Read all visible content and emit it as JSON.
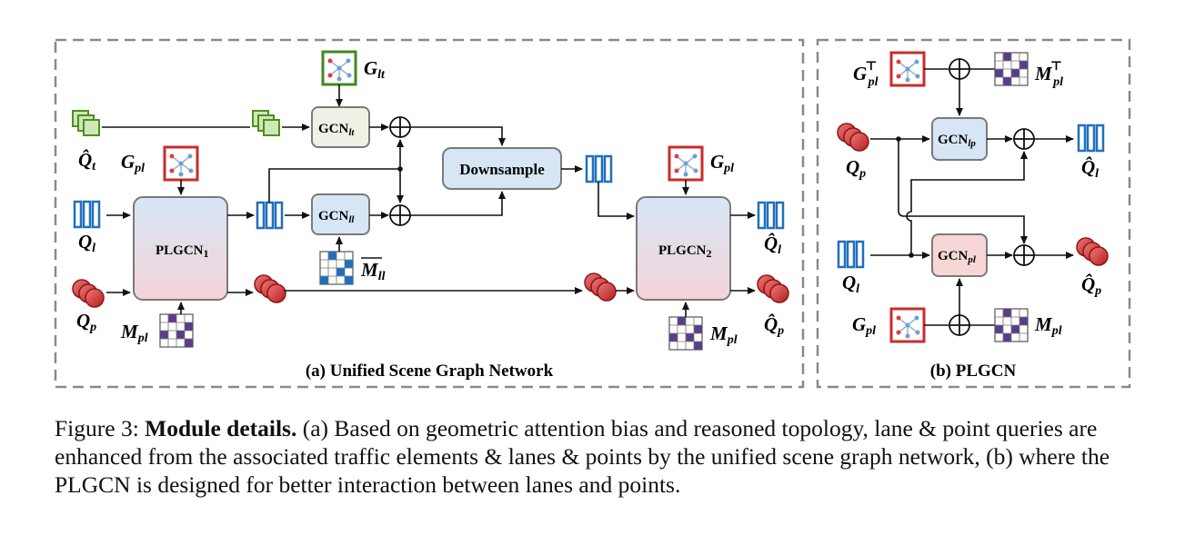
{
  "panel_a": {
    "title": "(a) Unified Scene  Graph Network",
    "gcn_lt": {
      "base": "GCN",
      "sub": "lt"
    },
    "gcn_ll": {
      "base": "GCN",
      "sub": "ll"
    },
    "downsample": "Downsample",
    "plgcn1": {
      "base": "PLGCN",
      "sub": "1"
    },
    "plgcn2": {
      "base": "PLGCN",
      "sub": "2"
    },
    "labels": {
      "g_lt": {
        "base": "G",
        "sub": "lt"
      },
      "q_t_hat": {
        "base": "Q̂",
        "sub": "t"
      },
      "g_pl_left": {
        "base": "G",
        "sub": "pl"
      },
      "q_l": {
        "base": "Q",
        "sub": "l"
      },
      "q_p": {
        "base": "Q",
        "sub": "p"
      },
      "m_pl_left": {
        "base": "M",
        "sub": "pl"
      },
      "m_ll_bar": {
        "base": "M",
        "sub": "ll"
      },
      "g_pl_right": {
        "base": "G",
        "sub": "pl"
      },
      "q_l_hat_out": {
        "base": "Q̂",
        "sub": "l"
      },
      "q_p_hat_out": {
        "base": "Q̂",
        "sub": "p"
      },
      "m_pl_right": {
        "base": "M",
        "sub": "pl"
      }
    }
  },
  "panel_b": {
    "title": "(b) PLGCN",
    "gcn_lp": {
      "base": "GCN",
      "sub": "lp"
    },
    "gcn_pl": {
      "base": "GCN",
      "sub": "pl"
    },
    "labels": {
      "g_pl_t": {
        "base": "G",
        "sub": "pl",
        "sup": "⊤"
      },
      "m_pl_t": {
        "base": "M",
        "sub": "pl",
        "sup": "⊤"
      },
      "q_p": {
        "base": "Q",
        "sub": "p"
      },
      "q_l_hat": {
        "base": "Q̂",
        "sub": "l"
      },
      "q_l": {
        "base": "Q",
        "sub": "l"
      },
      "q_p_hat": {
        "base": "Q̂",
        "sub": "p"
      },
      "g_pl": {
        "base": "G",
        "sub": "pl"
      },
      "m_pl": {
        "base": "M",
        "sub": "pl"
      }
    }
  },
  "caption": {
    "prefix": "Figure 3: ",
    "bold": "Module details.",
    "text": " (a) Based on geometric attention bias and reasoned topology, lane & point queries are enhanced from the associated traffic elements & lanes & points by the unified scene graph network, (b) where the PLGCN is designed for better interaction between lanes and points."
  },
  "colors": {
    "green": "#5a9a2a",
    "blue": "#1f6fbf",
    "red": "#cc2b2b",
    "purple": "#5a3d8a",
    "gcn_green_fill": "#eef1e4",
    "gcn_blue_fill": "#d6e6f5",
    "gcn_red_fill": "#f7d6d6",
    "border_gray": "#8a8a8a"
  }
}
